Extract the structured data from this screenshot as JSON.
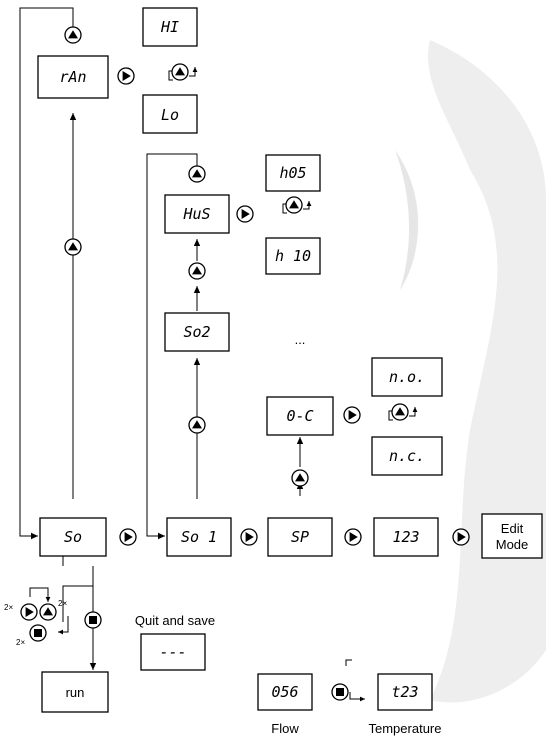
{
  "displays": {
    "hi": "HI",
    "lo": "Lo",
    "ran": "rAn",
    "hus": "HuS",
    "h05": "h05",
    "h10": "h 10",
    "so2": "So2",
    "so": "So",
    "so1": "So 1",
    "sp": "SP",
    "val123": "123",
    "oc": "0-C",
    "no": "n.o.",
    "nc": "n.c.",
    "dashes": "---",
    "flow_value": "056",
    "temp_value": "t23"
  },
  "labels": {
    "edit_mode_line1": "Edit",
    "edit_mode_line2": "Mode",
    "run": "run",
    "quit_save": "Quit and save",
    "ellipsis": "...",
    "flow": "Flow",
    "temperature": "Temperature",
    "two_x": "2×"
  },
  "icons": {
    "up": "up-button-icon",
    "right": "right-button-icon",
    "stop": "stop-button-icon"
  },
  "colors": {
    "line": "#000000",
    "background": "#ffffff",
    "globe": "#eeeeee"
  }
}
